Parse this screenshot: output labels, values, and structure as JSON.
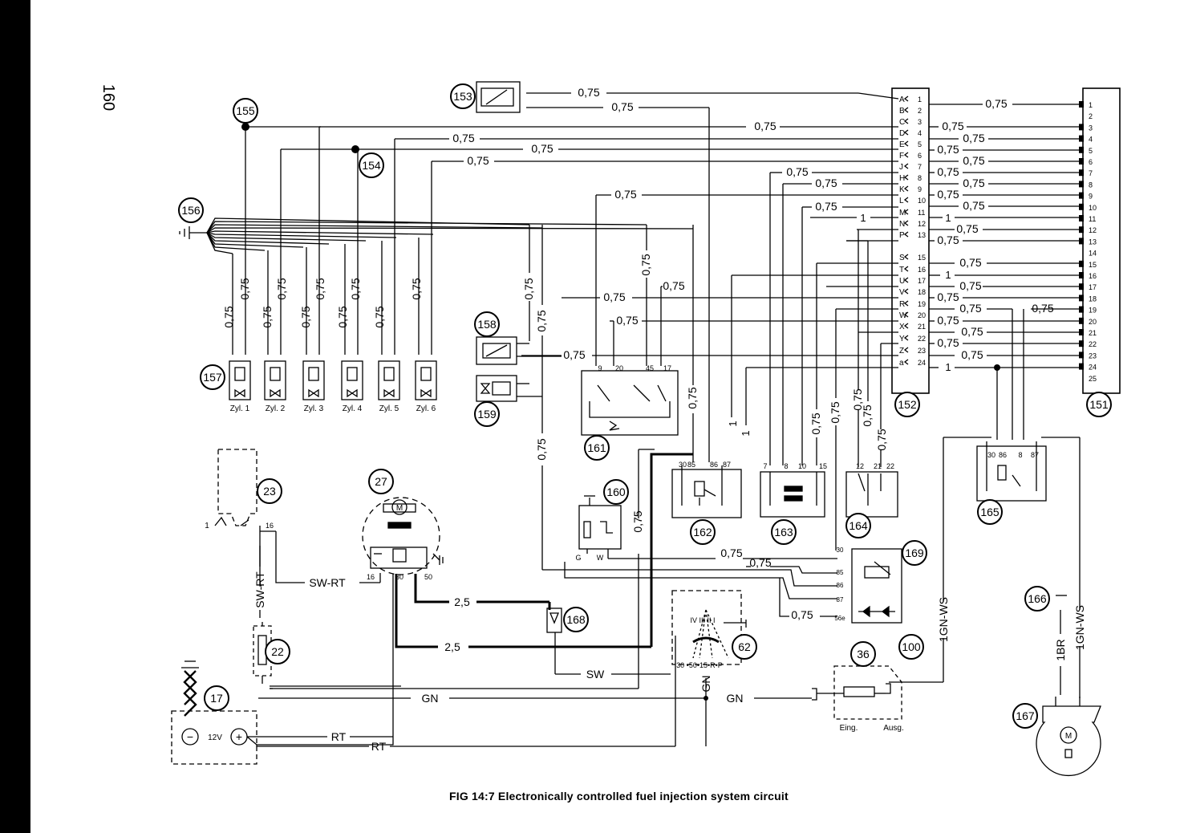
{
  "page_number": "160",
  "caption": "FIG 14:7   Electronically controlled fuel injection system circuit",
  "colors": {
    "ink": "#000000",
    "paper": "#ffffff",
    "binder": "#000000"
  },
  "wire_gauge_label": "0,75",
  "labels": {
    "one": "1",
    "gauge_2_5": "2,5",
    "sw_rt": "SW-RT",
    "sw": "SW",
    "gn": "GN",
    "rt": "RT",
    "gn_ws": "1GN-WS",
    "br": "1BR",
    "battery_voltage": "12V",
    "minus": "−",
    "plus": "+",
    "motor": "M",
    "eing": "Eing.",
    "ausg": "Ausg."
  },
  "components": {
    "c17": "17",
    "c22": "22",
    "c23": "23",
    "c27": "27",
    "c36": "36",
    "c62": "62",
    "c100": "100",
    "c151": "151",
    "c152": "152",
    "c153": "153",
    "c154": "154",
    "c155": "155",
    "c156": "156",
    "c157": "157",
    "c158": "158",
    "c159": "159",
    "c160": "160",
    "c161": "161",
    "c162": "162",
    "c163": "163",
    "c164": "164",
    "c165": "165",
    "c166": "166",
    "c167": "167",
    "c168": "168",
    "c169": "169"
  },
  "injectors": [
    "Zyl. 1",
    "Zyl. 2",
    "Zyl. 3",
    "Zyl. 4",
    "Zyl. 5",
    "Zyl. 6"
  ],
  "plug_152_letters": [
    "A",
    "B",
    "C",
    "D",
    "E",
    "F",
    "J",
    "H",
    "K",
    "L",
    "M",
    "N",
    "P",
    "S",
    "T",
    "U",
    "V",
    "R",
    "W",
    "X",
    "Y",
    "Z",
    "a"
  ],
  "plug_152_numbers": [
    "1",
    "2",
    "3",
    "4",
    "5",
    "6",
    "7",
    "8",
    "9",
    "10",
    "11",
    "12",
    "13",
    "15",
    "16",
    "17",
    "18",
    "19",
    "20",
    "21",
    "22",
    "23",
    "24"
  ],
  "plug_151_pins": [
    "1",
    "2",
    "3",
    "4",
    "5",
    "6",
    "7",
    "8",
    "9",
    "10",
    "11",
    "12",
    "13",
    "14",
    "15",
    "16",
    "17",
    "18",
    "19",
    "20",
    "21",
    "22",
    "23",
    "24",
    "25"
  ],
  "terminals": {
    "t30": "30",
    "t85": "85",
    "t86": "86",
    "t87": "87",
    "t86b": "86",
    "t87b": "87",
    "t9": "9",
    "t20": "20",
    "t45": "45",
    "t17": "17",
    "t7": "7",
    "t8": "8",
    "t10": "10",
    "t15": "15",
    "t12": "12",
    "t21": "21",
    "t22": "22",
    "t30b": "30",
    "t86c": "86",
    "tb": "8",
    "t87c": "87",
    "t16": "16",
    "t30c": "30",
    "t50": "50",
    "t1": "1",
    "t16b": "16",
    "g": "G",
    "w": "W",
    "s30": "30",
    "s85": "85",
    "s86": "86",
    "s87": "87",
    "s56": "56e",
    "ign": "30 •50•15•R•P",
    "ign_pos": "IV III II I"
  }
}
